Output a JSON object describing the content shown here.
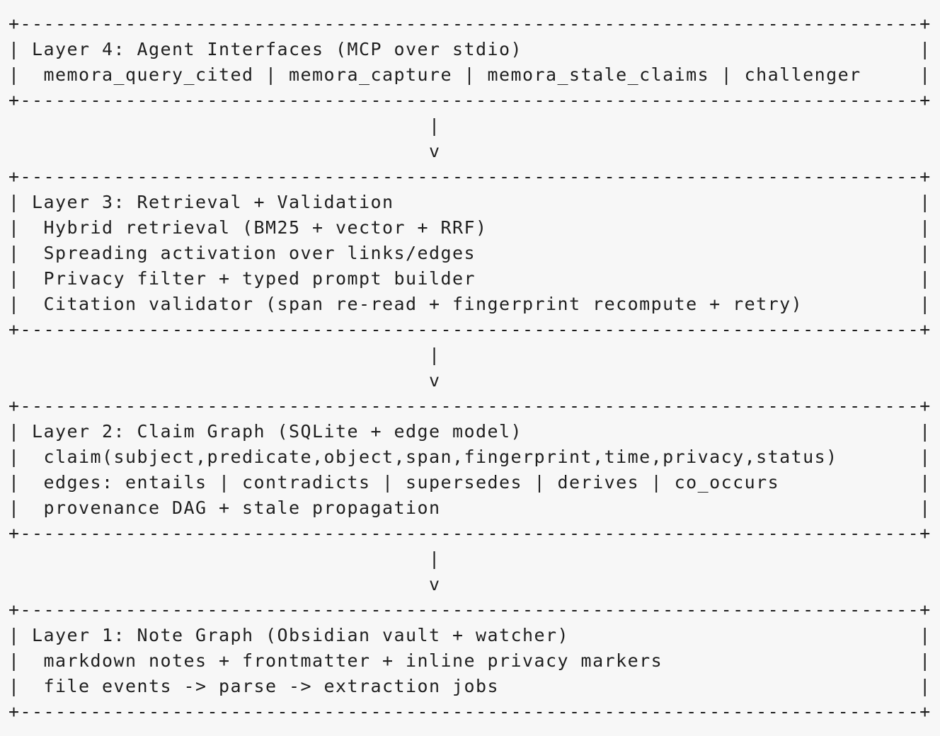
{
  "diagram": {
    "lines": [
      "+-----------------------------------------------------------------------------+",
      "| Layer 4: Agent Interfaces (MCP over stdio)                                  |",
      "|  memora_query_cited | memora_capture | memora_stale_claims | challenger     |",
      "+-----------------------------------------------------------------------------+",
      "                                    |",
      "                                    v",
      "+-----------------------------------------------------------------------------+",
      "| Layer 3: Retrieval + Validation                                             |",
      "|  Hybrid retrieval (BM25 + vector + RRF)                                     |",
      "|  Spreading activation over links/edges                                      |",
      "|  Privacy filter + typed prompt builder                                      |",
      "|  Citation validator (span re-read + fingerprint recompute + retry)          |",
      "+-----------------------------------------------------------------------------+",
      "                                    |",
      "                                    v",
      "+-----------------------------------------------------------------------------+",
      "| Layer 2: Claim Graph (SQLite + edge model)                                  |",
      "|  claim(subject,predicate,object,span,fingerprint,time,privacy,status)       |",
      "|  edges: entails | contradicts | supersedes | derives | co_occurs            |",
      "|  provenance DAG + stale propagation                                         |",
      "+-----------------------------------------------------------------------------+",
      "                                    |",
      "                                    v",
      "+-----------------------------------------------------------------------------+",
      "| Layer 1: Note Graph (Obsidian vault + watcher)                              |",
      "|  markdown notes + frontmatter + inline privacy markers                      |",
      "|  file events -> parse -> extraction jobs                                    |",
      "+-----------------------------------------------------------------------------+"
    ]
  }
}
